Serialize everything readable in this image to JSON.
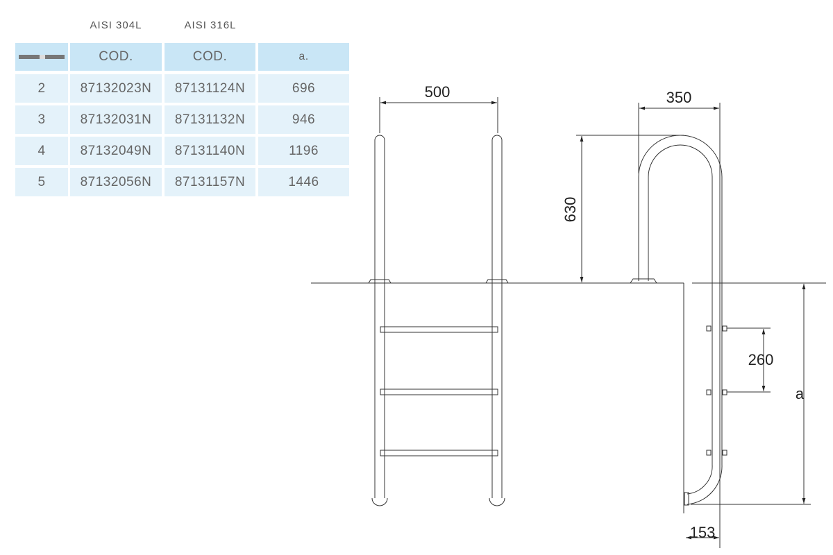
{
  "table": {
    "column_groups": [
      "AISI 304L",
      "AISI 316L"
    ],
    "header": [
      "COD.",
      "COD.",
      "a."
    ],
    "rows": [
      [
        "2",
        "87132023N",
        "87131124N",
        "696"
      ],
      [
        "3",
        "87132031N",
        "87131132N",
        "946"
      ],
      [
        "4",
        "87132049N",
        "87131140N",
        "1196"
      ],
      [
        "5",
        "87132056N",
        "87131157N",
        "1446"
      ]
    ]
  },
  "diagram": {
    "width_label": "500",
    "handrail_width_label": "350",
    "handrail_height_label": "630",
    "step_spacing_label": "260",
    "depth_label": "a",
    "offset_label": "153"
  }
}
